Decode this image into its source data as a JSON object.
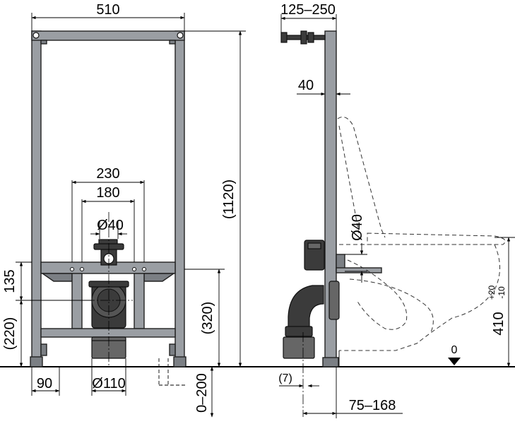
{
  "diagram": {
    "front_view": {
      "width_top": "510",
      "spacing_outer": "230",
      "spacing_inner": "180",
      "connector_diameter": "Ø40",
      "height_135": "135",
      "height_220": "(220)",
      "height_320": "(320)",
      "total_height": "(1120)",
      "foot_width": "90",
      "outlet_diameter": "Ø110",
      "floor_adjust": "0–200"
    },
    "side_view": {
      "depth_range": "125–250",
      "frame_depth": "40",
      "connector_diameter": "Ø40",
      "gap": "(7)",
      "offset_range": "75–168",
      "seat_height": "410",
      "tolerance_plus": "+20",
      "tolerance_minus": "-10",
      "floor_level": "0"
    }
  }
}
